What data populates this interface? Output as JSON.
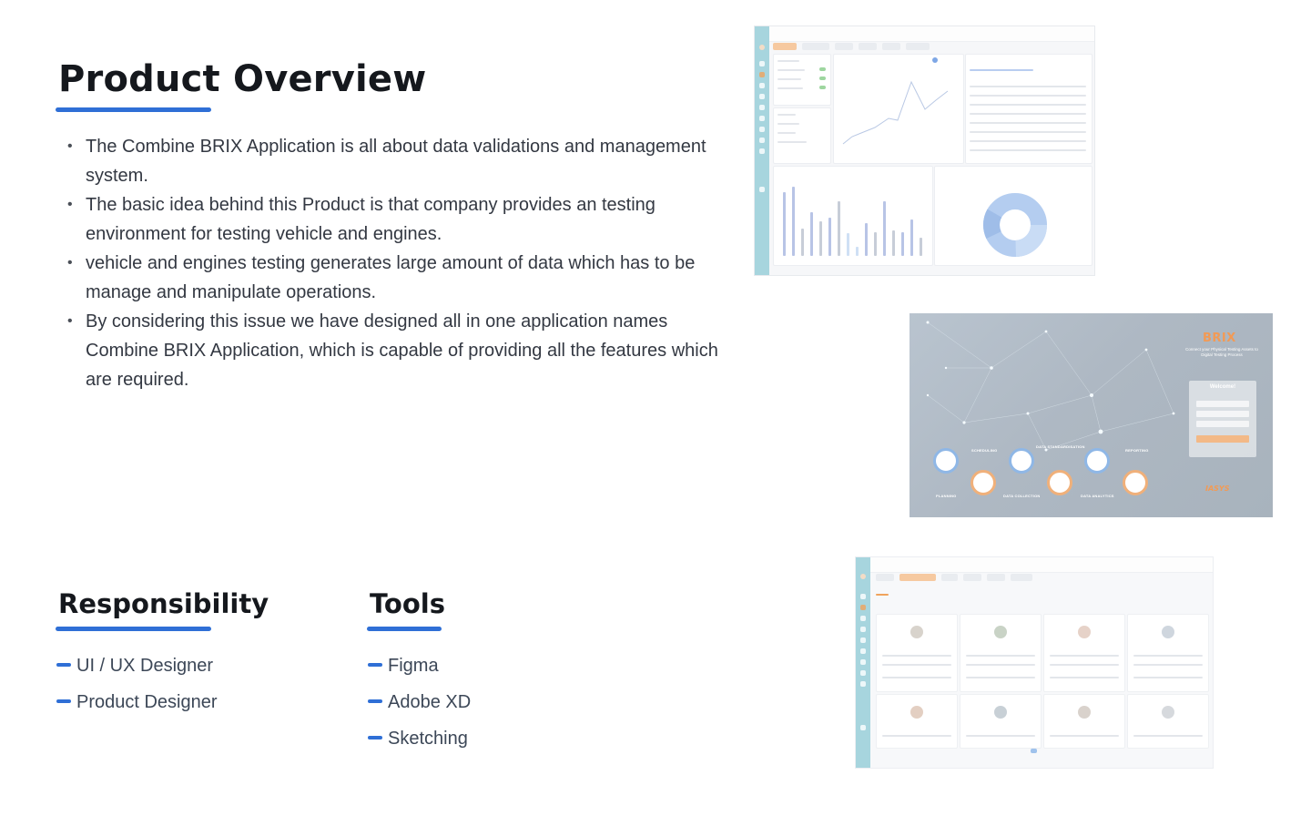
{
  "overview": {
    "title": "Product Overview",
    "bullets": [
      "The Combine BRIX Application is all about data validations and management system.",
      "The basic idea behind this Product is that company provides an testing environment for testing vehicle and engines.",
      "vehicle and engines testing generates large amount of data which has to be manage and manipulate operations.",
      "By considering this issue we have designed all in one application names Combine BRIX Application, which is capable of providing all the features which are required."
    ]
  },
  "responsibility": {
    "title": "Responsibility",
    "items": [
      "UI / UX Designer",
      "Product Designer"
    ]
  },
  "tools": {
    "title": "Tools",
    "items": [
      "Figma",
      "Adobe XD",
      "Sketching"
    ]
  },
  "login_screen": {
    "logo": "BRIX",
    "tagline": "Connect your Physical Testing Assets to Digital Testing Process",
    "welcome": "Welcome!",
    "steps": [
      "SCHEDULING",
      "DATA STANDARDISATION",
      "REPORTING",
      "PLANNING",
      "DATA COLLECTION",
      "DATA ANALYTICS"
    ],
    "footer_logo": "IASYS"
  },
  "colors": {
    "accent": "#2f6fd6",
    "title": "#15181d",
    "sidebar": "#a7d5de",
    "orange": "#f0a35c",
    "blue": "#6f9fdc"
  }
}
